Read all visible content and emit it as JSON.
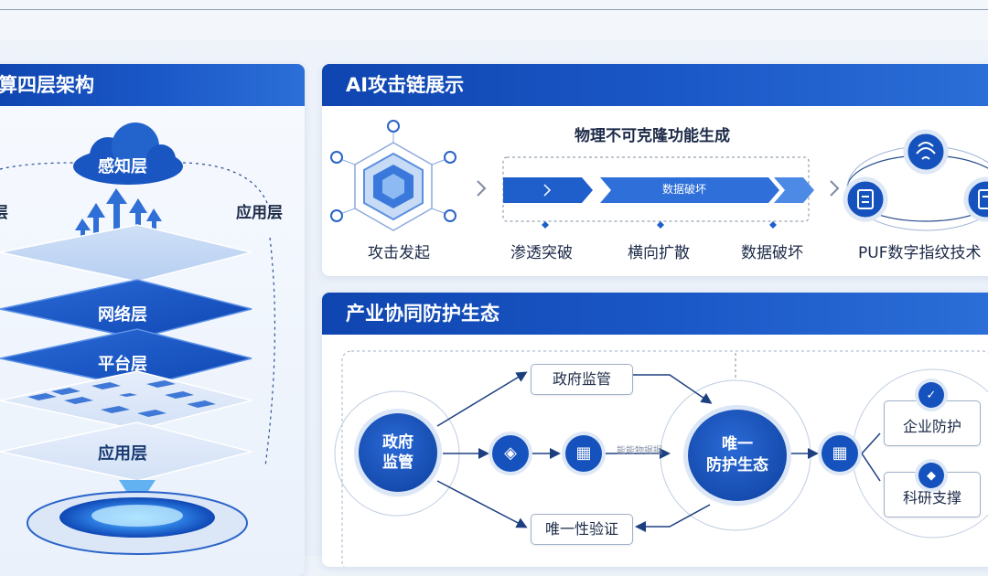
{
  "left_panel": {
    "title": "算四层架构",
    "cloud_label": "感知层",
    "side_left_label": "层",
    "side_right_label": "应用层",
    "layer_network": "网络层",
    "layer_platform": "平台层",
    "layer_application": "应用层"
  },
  "attack_panel": {
    "title": "AI攻击链展示",
    "subtitle": "物理不可克隆功能生成",
    "banner_text": "数据破坏",
    "steps": [
      "攻击发起",
      "渗透突破",
      "横向扩散",
      "数据破坏"
    ],
    "puf_label": "PUF数字指纹技术"
  },
  "eco_panel": {
    "title": "产业协同防护生态",
    "gov_circle": "政府\n监管",
    "top_box": "政府监管",
    "bottom_box": "唯一性验证",
    "center_circle": "唯一\n防护生态",
    "small_text": "能能物据据",
    "right_box_1": "企业防护",
    "right_box_2": "科研支撑"
  },
  "colors": {
    "primary": "#1552bd",
    "header_blue": "#0f45b0",
    "light_blue": "#dbe6f6"
  }
}
